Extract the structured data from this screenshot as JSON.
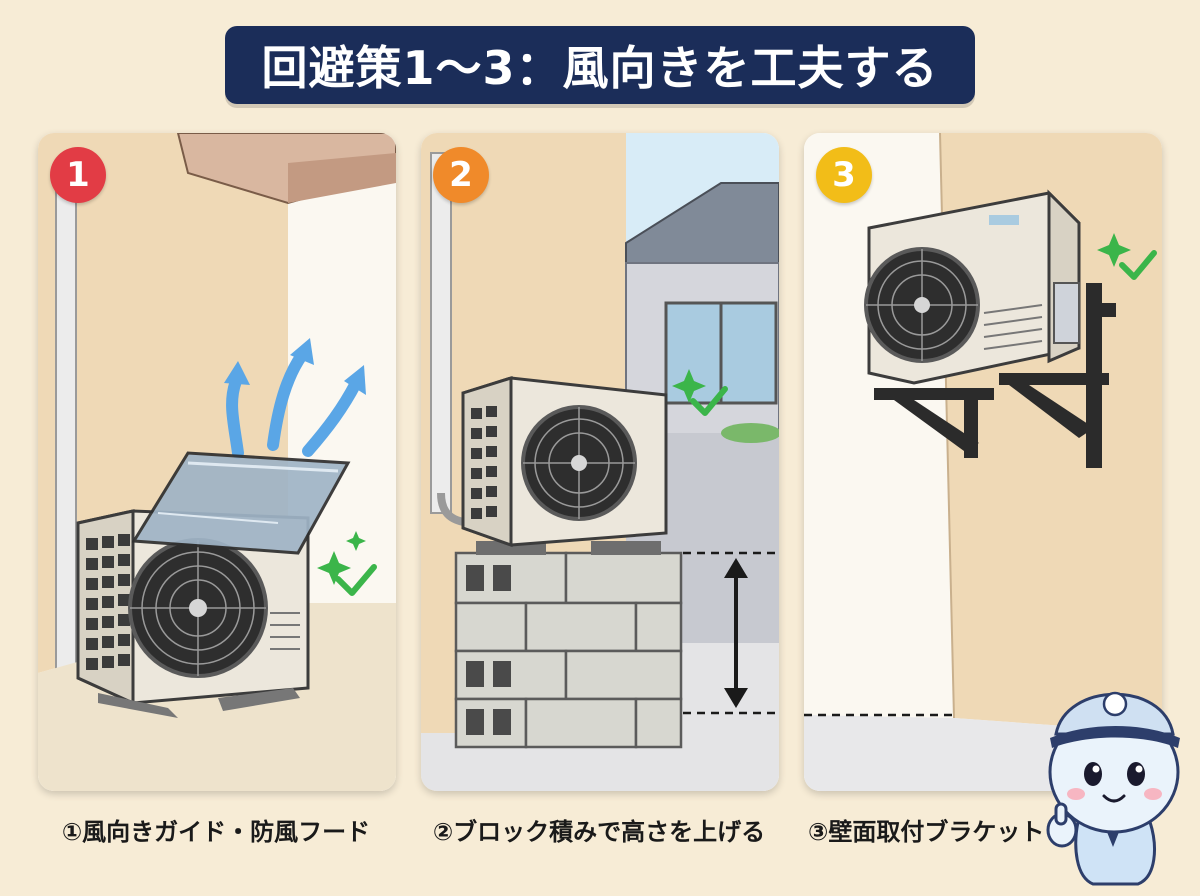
{
  "title": "回避策1～3：風向きを工夫する",
  "colors": {
    "title_bg": "#1b2d59",
    "badge_1": "#e23c45",
    "badge_2": "#f08a2a",
    "badge_3": "#f2bd18",
    "check": "#3bb54a",
    "arrow": "#5aa6e6",
    "background": "#f7ecd6"
  },
  "panels": [
    {
      "number": "1",
      "caption": "①風向きガイド・防風フード",
      "icon": "wind-guide-hood-illustration"
    },
    {
      "number": "2",
      "caption": "②ブロック積みで高さを上げる",
      "icon": "block-raise-illustration"
    },
    {
      "number": "3",
      "caption": "③壁面取付ブラケット",
      "icon": "wall-bracket-illustration"
    }
  ],
  "mascot": {
    "icon": "mascot-character"
  }
}
